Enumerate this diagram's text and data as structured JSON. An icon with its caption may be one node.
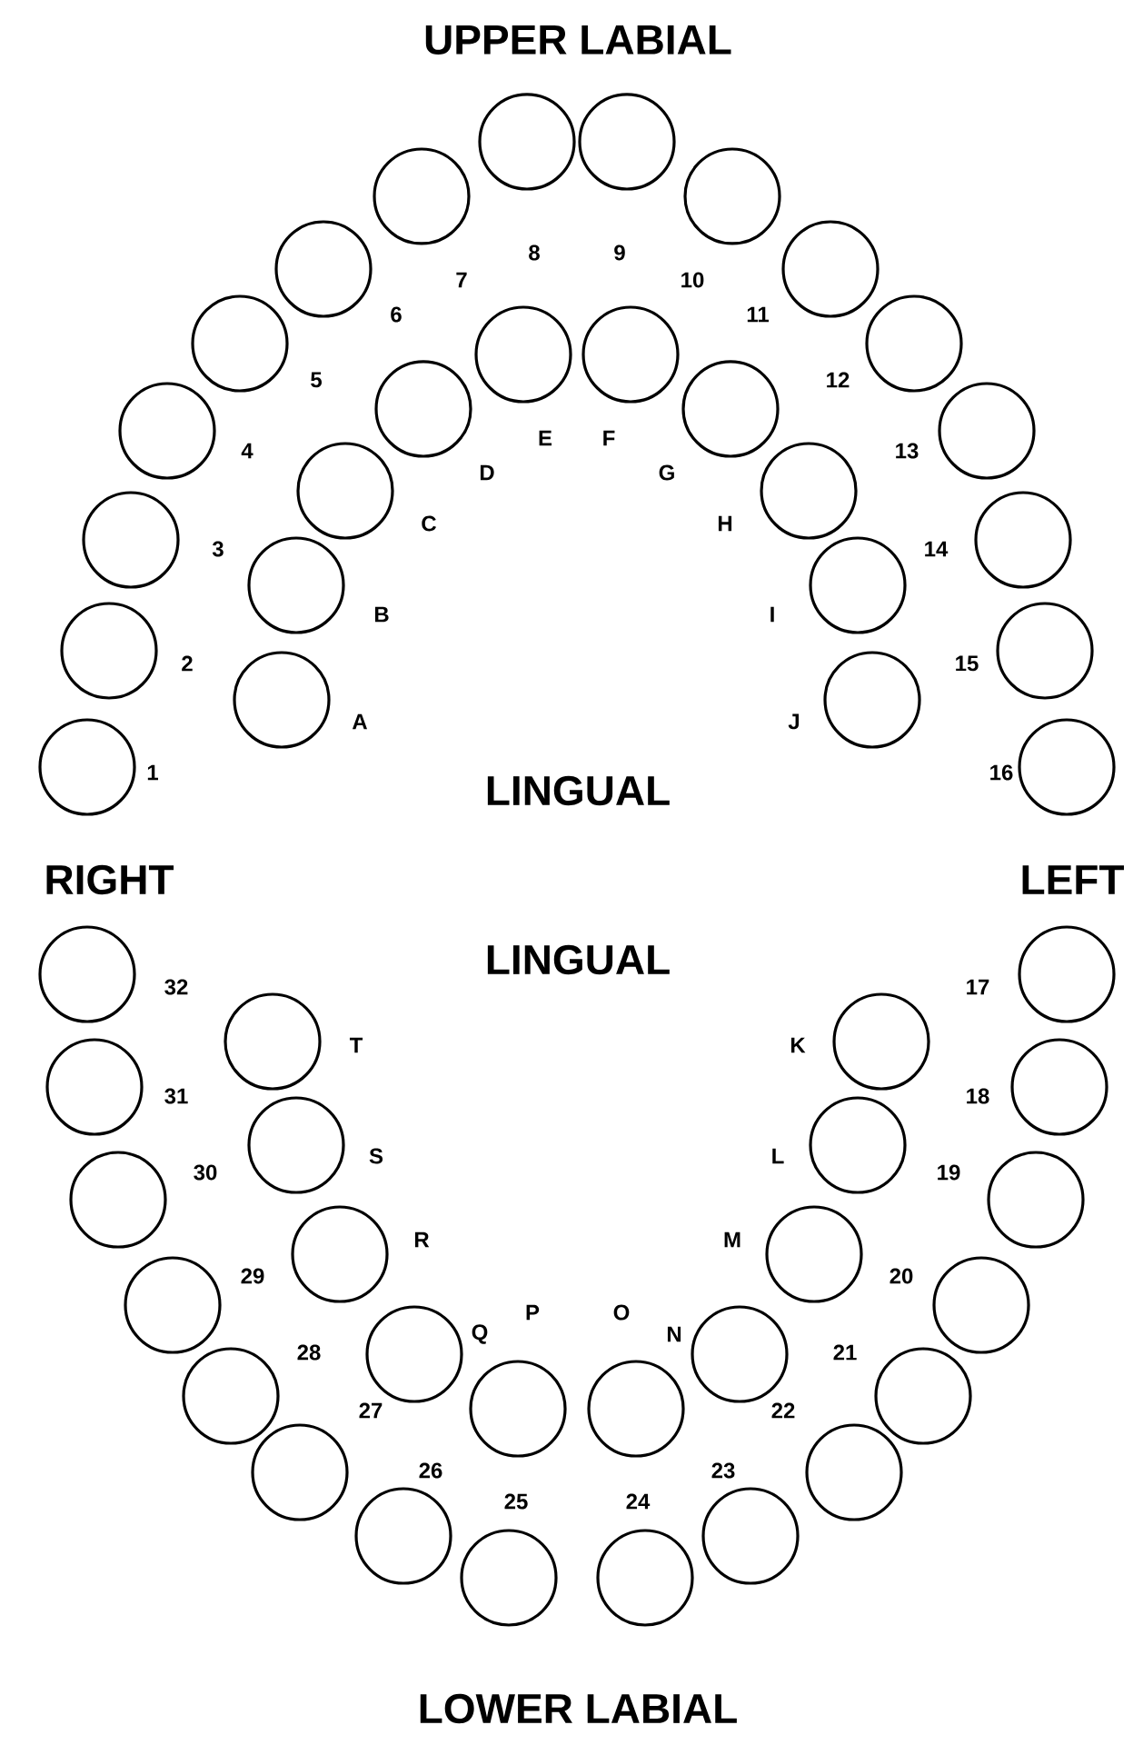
{
  "diagram": {
    "nodes": [
      {
        "text": [],
        "shape": "circle",
        "beside": [
          "1"
        ]
      },
      {
        "text": [],
        "shape": "circle",
        "beside": [
          "2"
        ]
      },
      {
        "text": [],
        "shape": "circle",
        "beside": [
          "3"
        ]
      },
      {
        "text": [],
        "shape": "circle",
        "beside": [
          "4"
        ]
      },
      {
        "text": [],
        "shape": "circle",
        "beside": [
          "5"
        ]
      },
      {
        "text": [],
        "shape": "circle",
        "beside": [
          "6"
        ]
      },
      {
        "text": [],
        "shape": "circle",
        "beside": [
          "7"
        ]
      },
      {
        "text": [],
        "shape": "circle",
        "beside": [
          "8"
        ]
      },
      {
        "text": [],
        "shape": "circle",
        "beside": [
          "9"
        ]
      },
      {
        "text": [],
        "shape": "circle",
        "beside": [
          "10"
        ]
      },
      {
        "text": [],
        "shape": "circle",
        "beside": [
          "11"
        ]
      },
      {
        "text": [],
        "shape": "circle",
        "beside": [
          "12"
        ]
      },
      {
        "text": [],
        "shape": "circle",
        "beside": [
          "13"
        ]
      },
      {
        "text": [],
        "shape": "circle",
        "beside": [
          "14"
        ]
      },
      {
        "text": [],
        "shape": "circle",
        "beside": [
          "15"
        ]
      },
      {
        "text": [],
        "shape": "circle",
        "beside": [
          "16"
        ]
      },
      {
        "text": [],
        "shape": "circle",
        "beside": [
          "A"
        ]
      },
      {
        "text": [],
        "shape": "circle",
        "beside": [
          "B"
        ]
      },
      {
        "text": [],
        "shape": "circle",
        "beside": [
          "C"
        ]
      },
      {
        "text": [],
        "shape": "circle",
        "beside": [
          "D"
        ]
      },
      {
        "text": [],
        "shape": "circle",
        "beside": [
          "E"
        ]
      },
      {
        "text": [],
        "shape": "circle",
        "beside": [
          "F"
        ]
      },
      {
        "text": [],
        "shape": "circle",
        "beside": [
          "G"
        ]
      },
      {
        "text": [],
        "shape": "circle",
        "beside": [
          "H"
        ]
      },
      {
        "text": [],
        "shape": "circle",
        "beside": [
          "I"
        ]
      },
      {
        "text": [],
        "shape": "circle",
        "beside": [
          "J"
        ]
      },
      {
        "text": [],
        "shape": "circle",
        "beside": [
          "K"
        ]
      },
      {
        "text": [],
        "shape": "circle",
        "beside": [
          "L"
        ]
      },
      {
        "text": [],
        "shape": "circle",
        "beside": [
          "M"
        ]
      },
      {
        "text": [],
        "shape": "circle",
        "beside": [
          "N"
        ]
      },
      {
        "text": [],
        "shape": "circle",
        "beside": [
          "O"
        ]
      },
      {
        "text": [],
        "shape": "circle",
        "beside": [
          "P"
        ]
      },
      {
        "text": [],
        "shape": "circle",
        "beside": [
          "Q"
        ]
      },
      {
        "text": [],
        "shape": "circle",
        "beside": [
          "R"
        ]
      },
      {
        "text": [],
        "shape": "circle",
        "beside": [
          "S"
        ]
      },
      {
        "text": [],
        "shape": "circle",
        "beside": [
          "T"
        ]
      },
      {
        "text": [],
        "shape": "circle",
        "beside": [
          "17"
        ]
      },
      {
        "text": [],
        "shape": "circle",
        "beside": [
          "18"
        ]
      },
      {
        "text": [],
        "shape": "circle",
        "beside": [
          "19"
        ]
      },
      {
        "text": [],
        "shape": "circle",
        "beside": [
          "20"
        ]
      },
      {
        "text": [],
        "shape": "circle",
        "beside": [
          "21"
        ]
      },
      {
        "text": [],
        "shape": "circle",
        "beside": [
          "22"
        ]
      },
      {
        "text": [],
        "shape": "circle",
        "beside": [
          "23"
        ]
      },
      {
        "text": [],
        "shape": "circle",
        "beside": [
          "24"
        ]
      },
      {
        "text": [],
        "shape": "circle",
        "beside": [
          "25"
        ]
      },
      {
        "text": [],
        "shape": "circle",
        "beside": [
          "26"
        ]
      },
      {
        "text": [],
        "shape": "circle",
        "beside": [
          "27"
        ]
      },
      {
        "text": [],
        "shape": "circle",
        "beside": [
          "28"
        ]
      },
      {
        "text": [],
        "shape": "circle",
        "beside": [
          "29"
        ]
      },
      {
        "text": [],
        "shape": "circle",
        "beside": [
          "30"
        ]
      },
      {
        "text": [],
        "shape": "circle",
        "beside": [
          "31"
        ]
      },
      {
        "text": [],
        "shape": "circle",
        "beside": [
          "32"
        ]
      }
    ],
    "labels": [
      "UPPER LABIAL",
      "LINGUAL",
      "RIGHT",
      "LEFT",
      "LINGUAL",
      "LOWER LABIAL"
    ]
  }
}
